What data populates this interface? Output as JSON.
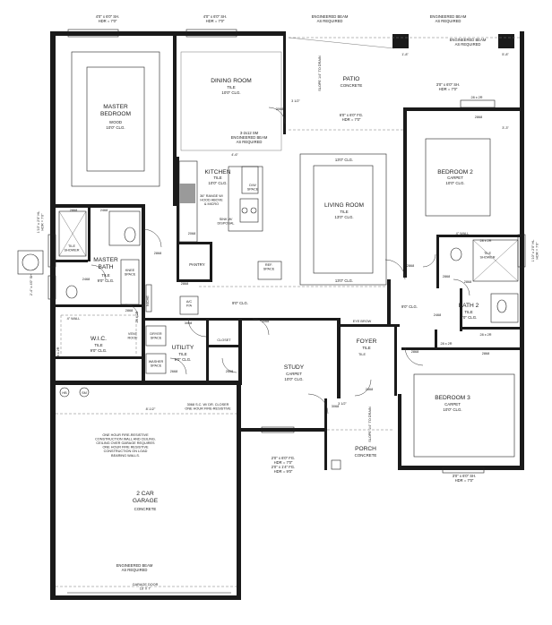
{
  "rooms": [
    {
      "id": "master-bedroom",
      "name": "MASTER\nBEDROOM",
      "finish": "WOOD",
      "ceiling": "10'0\" CLG."
    },
    {
      "id": "dining-room",
      "name": "DINING ROOM",
      "finish": "TILE",
      "ceiling": "10'0\" CLG."
    },
    {
      "id": "patio",
      "name": "PATIO",
      "finish": "CONCRETE",
      "ceiling": ""
    },
    {
      "id": "kitchen",
      "name": "KITCHEN",
      "finish": "TILE",
      "ceiling": "10'0\" CLG."
    },
    {
      "id": "living-room",
      "name": "LIVING ROOM",
      "finish": "TILE",
      "ceiling": "13'0\" CLG."
    },
    {
      "id": "bedroom-2",
      "name": "BEDROOM 2",
      "finish": "CARPET",
      "ceiling": "10'0\" CLG."
    },
    {
      "id": "master-bath",
      "name": "MASTER\nBATH",
      "finish": "TILE",
      "ceiling": "9'0\" CLG."
    },
    {
      "id": "wic",
      "name": "W.I.C.",
      "finish": "TILE",
      "ceiling": "9'0\" CLG."
    },
    {
      "id": "utility",
      "name": "UTILITY",
      "finish": "TILE",
      "ceiling": "9'0\" CLG."
    },
    {
      "id": "study",
      "name": "STUDY",
      "finish": "CARPET",
      "ceiling": "10'0\" CLG."
    },
    {
      "id": "foyer",
      "name": "FOYER",
      "finish": "TILE",
      "ceiling": ""
    },
    {
      "id": "bath-2",
      "name": "BATH 2",
      "finish": "TILE",
      "ceiling": "9'0\" CLG."
    },
    {
      "id": "bedroom-3",
      "name": "BEDROOM 3",
      "finish": "CARPET",
      "ceiling": "10'0\" CLG."
    },
    {
      "id": "porch",
      "name": "PORCH",
      "finish": "CONCRETE",
      "ceiling": ""
    },
    {
      "id": "garage",
      "name": "2 CAR\nGARAGE",
      "finish": "CONCRETE",
      "ceiling": ""
    },
    {
      "id": "pantry",
      "name": "PANTRY",
      "finish": "",
      "ceiling": ""
    }
  ],
  "windows": {
    "top_left": "4'0\" x 6'0\" SH.\nHDR = 7'0\"",
    "top_mid": "4'0\" x 6'0\" SH.\nHDR = 7'0\"",
    "patio_right": "3'0\" x 6'0\" SH.\nHDR = 7'0\"",
    "bed3_bottom": "3'0\" x 6'0\" SH.\nHDR = 7'0\"",
    "patio_fg": "6'0\" x 6'0\" FG.\nHDR = 7'0\"",
    "porch_fg": "2'0\" x 6'0\" FG.\nHDR = 7'0\"\n2'0\" x 1'4\" FG.\nHDR = 9'0\"",
    "left_side": "1'10\" x 2'0\" HL\nHDR = 7'0\"",
    "right_side": "1'10\" x 2'0\" HL\nHDR = 7'0\"",
    "left_side2": "2'-4\" x 4'0\" SH"
  },
  "beams": {
    "top_right_1": "ENGINEERED BEAM\nAS REQUIRED",
    "top_right_2": "ENGINEERED BEAM\nAS REQUIRED",
    "top_right_3": "ENGINEERED BEAM\nAS REQUIRED",
    "kitchen": "3-2x12 SM\nENGINEERED BEAM\nAS REQUIRED",
    "garage": "ENGINEERED BEAM\nAS REQUIRED"
  },
  "ceilings": {
    "living_top": "13'0\" CLG.",
    "living_bottom": "13'0\" CLG.",
    "hall": "9'0\" CLG.",
    "hall_right": "9'0\" CLG."
  },
  "labels": {
    "dw_space": "D/W\nSPACE",
    "range": "36\" RANGE W/\nHOOD ABOVE\n& MICRO",
    "sink": "SINK W/\nDISPOSAL",
    "ref_space": "REF.\nSPACE",
    "tile_shower_1": "TILE\nSHOWER",
    "tile_shower_2": "TILE\nSHOWER",
    "knee_space": "KNEE\nSPACE",
    "niche": "NICHE",
    "ac": "A/C\nP/A",
    "dryer_space": "DRYER\nSPACE",
    "washer_space": "WASHER\nSPACE",
    "vent_roof": "VENT\nROOF",
    "closet": "CLOSET",
    "eye_brow": "EYE BROW",
    "tile_label": "TILE",
    "fire_note": "ONE HOUR FIRE-RESISTIVE\nCONSTRUCTION WALL AND CEILING.\nCEILING OVER GARAGE REQUIRES\nONE HOUR FIRE RESISTIVE\nCONSTRUCTION ON LOAD\nBEARING WALLS.",
    "door_closer": "3068 S.C. W/ DR. CLOSER\nONE HOUR FIRE-RESISTIVE",
    "garage_door": "GARAGE DOOR\n16' X 7'",
    "hb": "HB",
    "sm": "SM",
    "dim_1_8": "1'-8\"",
    "dim_5_8": "5'-8\"",
    "dim_3_3": "3'-3\"",
    "dim_4_6": "4'-6\"",
    "dim_8_12": "8'-1/2\"",
    "dim_2_4": "2'-4\"",
    "slope": "SLOPE 1/4\" TO DRAIN",
    "slope2": "SLOPE 1/4\" TO DRAIN",
    "stoop": "3 1/2\"",
    "stoop2": "3 1/2\"",
    "wall_4": "4\" WALL",
    "wall_4b": "4\" WALL",
    "wall_6": "6\" WALL"
  },
  "doors": {
    "d1": "3068",
    "d2": "2468",
    "d3": "2868",
    "d4": "2868",
    "d5": "2068",
    "d6": "2868",
    "d7": "2468",
    "d8": "3068",
    "d9": "2668",
    "d10": "2668",
    "d11": "3068",
    "d12": "3068",
    "d13": "2868",
    "d14": "2868",
    "d15": "2868",
    "d16": "2468",
    "d17": "2868",
    "d18": "2668",
    "d19": "2868",
    "d20": "2868",
    "d21": "2868",
    "d22": "28 x 2R",
    "d23": "28 x 2R",
    "d24": "28 x 2R",
    "d25": "28 x 2R",
    "d26": "28 x 2R",
    "d27": "28 x 2R"
  }
}
